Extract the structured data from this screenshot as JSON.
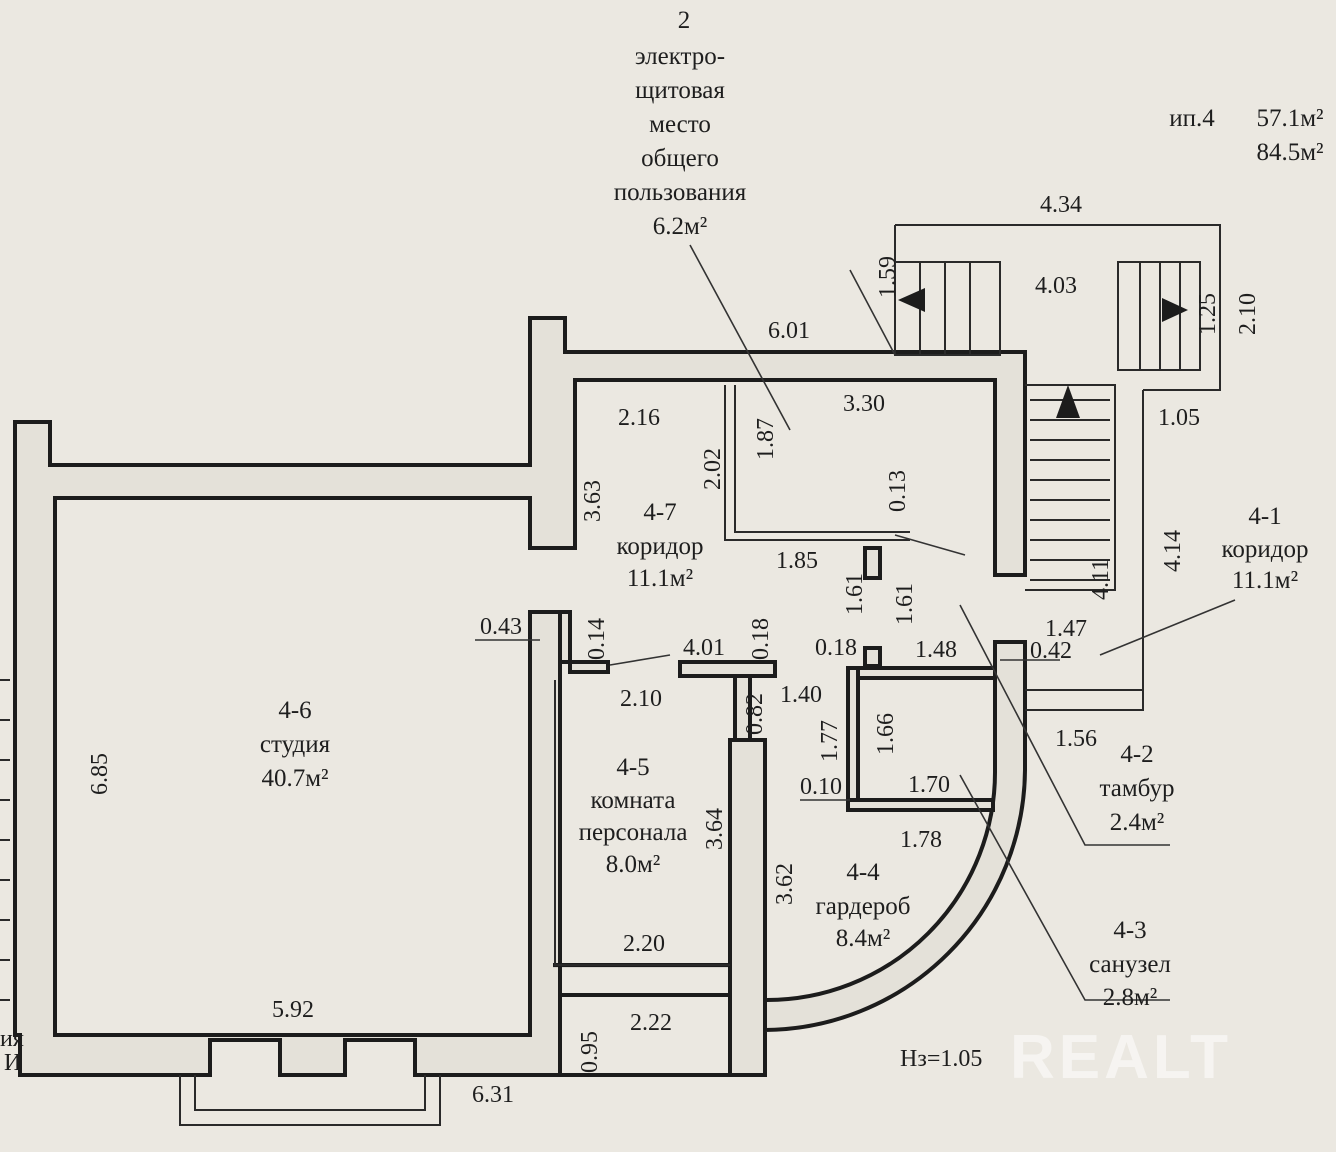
{
  "header": {
    "room_number": "2",
    "room_name_lines": [
      "электро-",
      "щитовая",
      "место",
      "общего",
      "пользования"
    ],
    "room_area": "6.2м²",
    "ip_label": "ип.4",
    "area_1": "57.1м²",
    "area_2": "84.5м²"
  },
  "rooms": {
    "studio": {
      "number": "4-6",
      "name": "студия",
      "area": "40.7м²"
    },
    "staff": {
      "number": "4-5",
      "name_lines": [
        "комната",
        "персонала"
      ],
      "area": "8.0м²"
    },
    "corridor_47": {
      "number": "4-7",
      "name": "коридор",
      "area": "11.1м²"
    },
    "corridor_41": {
      "number": "4-1",
      "name": "коридор",
      "area": "11.1м²"
    },
    "vestibule": {
      "number": "4-2",
      "name": "тамбур",
      "area": "2.4м²"
    },
    "bathroom": {
      "number": "4-3",
      "name": "санузел",
      "area": "2.8м²"
    },
    "wardrobe": {
      "number": "4-4",
      "name": "гардероб",
      "area": "8.4м²"
    }
  },
  "dimensions": {
    "d434": "4.34",
    "d403": "4.03",
    "d159": "1.59",
    "d125": "1.25",
    "d210a": "2.10",
    "d601": "6.01",
    "d330": "3.30",
    "d216": "2.16",
    "d187": "1.87",
    "d202": "2.02",
    "d105a": "1.05",
    "d363": "3.63",
    "d013": "0.13",
    "d185": "1.85",
    "d414": "4.14",
    "d411": "4.11",
    "d161a": "1.61",
    "d161b": "1.61",
    "d043": "0.43",
    "d014": "0.14",
    "d401": "4.01",
    "d018a": "0.18",
    "d018b": "0.18",
    "d148": "1.48",
    "d147": "1.47",
    "d042": "0.42",
    "d210b": "2.10",
    "d082": "0.82",
    "d140": "1.40",
    "d177": "1.77",
    "d166": "1.66",
    "d156": "1.56",
    "d685": "6.85",
    "d364": "3.64",
    "d010": "0.10",
    "d170": "1.70",
    "d178": "1.78",
    "d362": "3.62",
    "d220": "2.20",
    "d592": "5.92",
    "d222": "2.22",
    "d095": "0.95",
    "d631": "6.31",
    "hz": "Нз=1.05"
  },
  "edge_fragment": {
    "line1": "ия",
    "line2": "И"
  },
  "watermark": "REALT"
}
